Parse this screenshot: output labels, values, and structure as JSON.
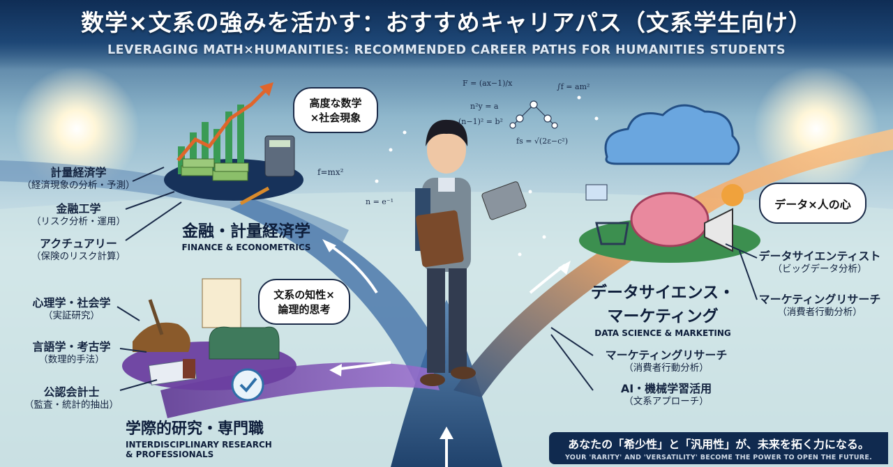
{
  "title": "数学×文系の強みを活かす：おすすめキャリアパス（文系学生向け）",
  "subtitle": "LEVERAGING MATH×HUMANITIES: RECOMMENDED CAREER PATHS FOR HUMANITIES STUDENTS",
  "finance": {
    "title_jp": "金融・計量経済学",
    "title_en": "FINANCE & ECONOMETRICS",
    "bubble": [
      "高度な数学",
      "×社会現象"
    ],
    "items": [
      {
        "main": "計量経済学",
        "sub": "（経済現象の分析・予測）"
      },
      {
        "main": "金融工学",
        "sub": "（リスク分析・運用）"
      },
      {
        "main": "アクチュアリー",
        "sub": "（保険のリスク計算）"
      }
    ]
  },
  "research": {
    "title_jp": "学際的研究・専門職",
    "title_en_1": "INTERDISCIPLINARY RESEARCH",
    "title_en_2": "& PROFESSIONALS",
    "bubble": [
      "文系の知性×",
      "論理的思考"
    ],
    "items": [
      {
        "main": "心理学・社会学",
        "sub": "（実証研究）"
      },
      {
        "main": "言語学・考古学",
        "sub": "（数理的手法）"
      },
      {
        "main": "公認会計士",
        "sub": "（監査・統計的抽出）"
      }
    ]
  },
  "datasci": {
    "title_jp_1": "データサイエンス・",
    "title_jp_2": "マーケティング",
    "title_en": "DATA SCIENCE & MARKETING",
    "bubble": [
      "データ×人の心"
    ],
    "items_right": [
      {
        "main": "データサイエンティスト",
        "sub": "（ビッグデータ分析）"
      },
      {
        "main": "マーケティングリサーチ",
        "sub": "（消費者行動分析）"
      }
    ],
    "items_bottom": [
      {
        "main": "マーケティングリサーチ",
        "sub": "（消費者行動分析）"
      },
      {
        "main": "AI・機械学習活用",
        "sub": "（文系アプローチ）"
      }
    ]
  },
  "formulas": [
    "F = (ax−1)/x",
    "∫f = am²",
    "n²y = a",
    "(n−1)² = b²",
    "fs = √(2ε−c²)",
    "f=mx²",
    "n = e⁻¹"
  ],
  "footer": {
    "jp": "あなたの「希少性」と「汎用性」が、未来を拓く力になる。",
    "en": "YOUR 'RARITY' AND 'VERSATILITY' BECOME THE POWER TO OPEN THE FUTURE."
  },
  "colors": {
    "navy": "#0f2d55",
    "purple": "#6b3fa0",
    "orange": "#f08a3c",
    "green": "#3c8f4f"
  }
}
